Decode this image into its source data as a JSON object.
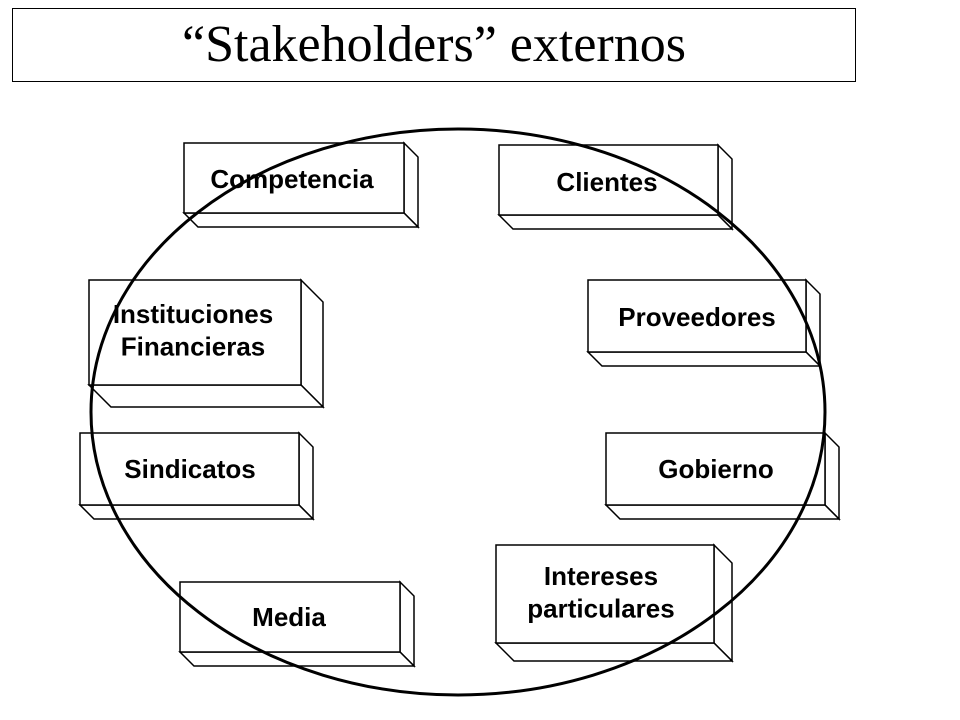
{
  "title": "“Stakeholders” externos",
  "stakeholders": [
    {
      "id": "competencia",
      "lines": [
        "Competencia"
      ]
    },
    {
      "id": "clientes",
      "lines": [
        "Clientes"
      ]
    },
    {
      "id": "instituciones-financieras",
      "lines": [
        "Instituciones",
        "Financieras"
      ]
    },
    {
      "id": "proveedores",
      "lines": [
        "Proveedores"
      ]
    },
    {
      "id": "sindicatos",
      "lines": [
        "Sindicatos"
      ]
    },
    {
      "id": "gobierno",
      "lines": [
        "Gobierno"
      ]
    },
    {
      "id": "media",
      "lines": [
        "Media"
      ]
    },
    {
      "id": "intereses-particulares",
      "lines": [
        "Intereses",
        "particulares"
      ]
    }
  ]
}
